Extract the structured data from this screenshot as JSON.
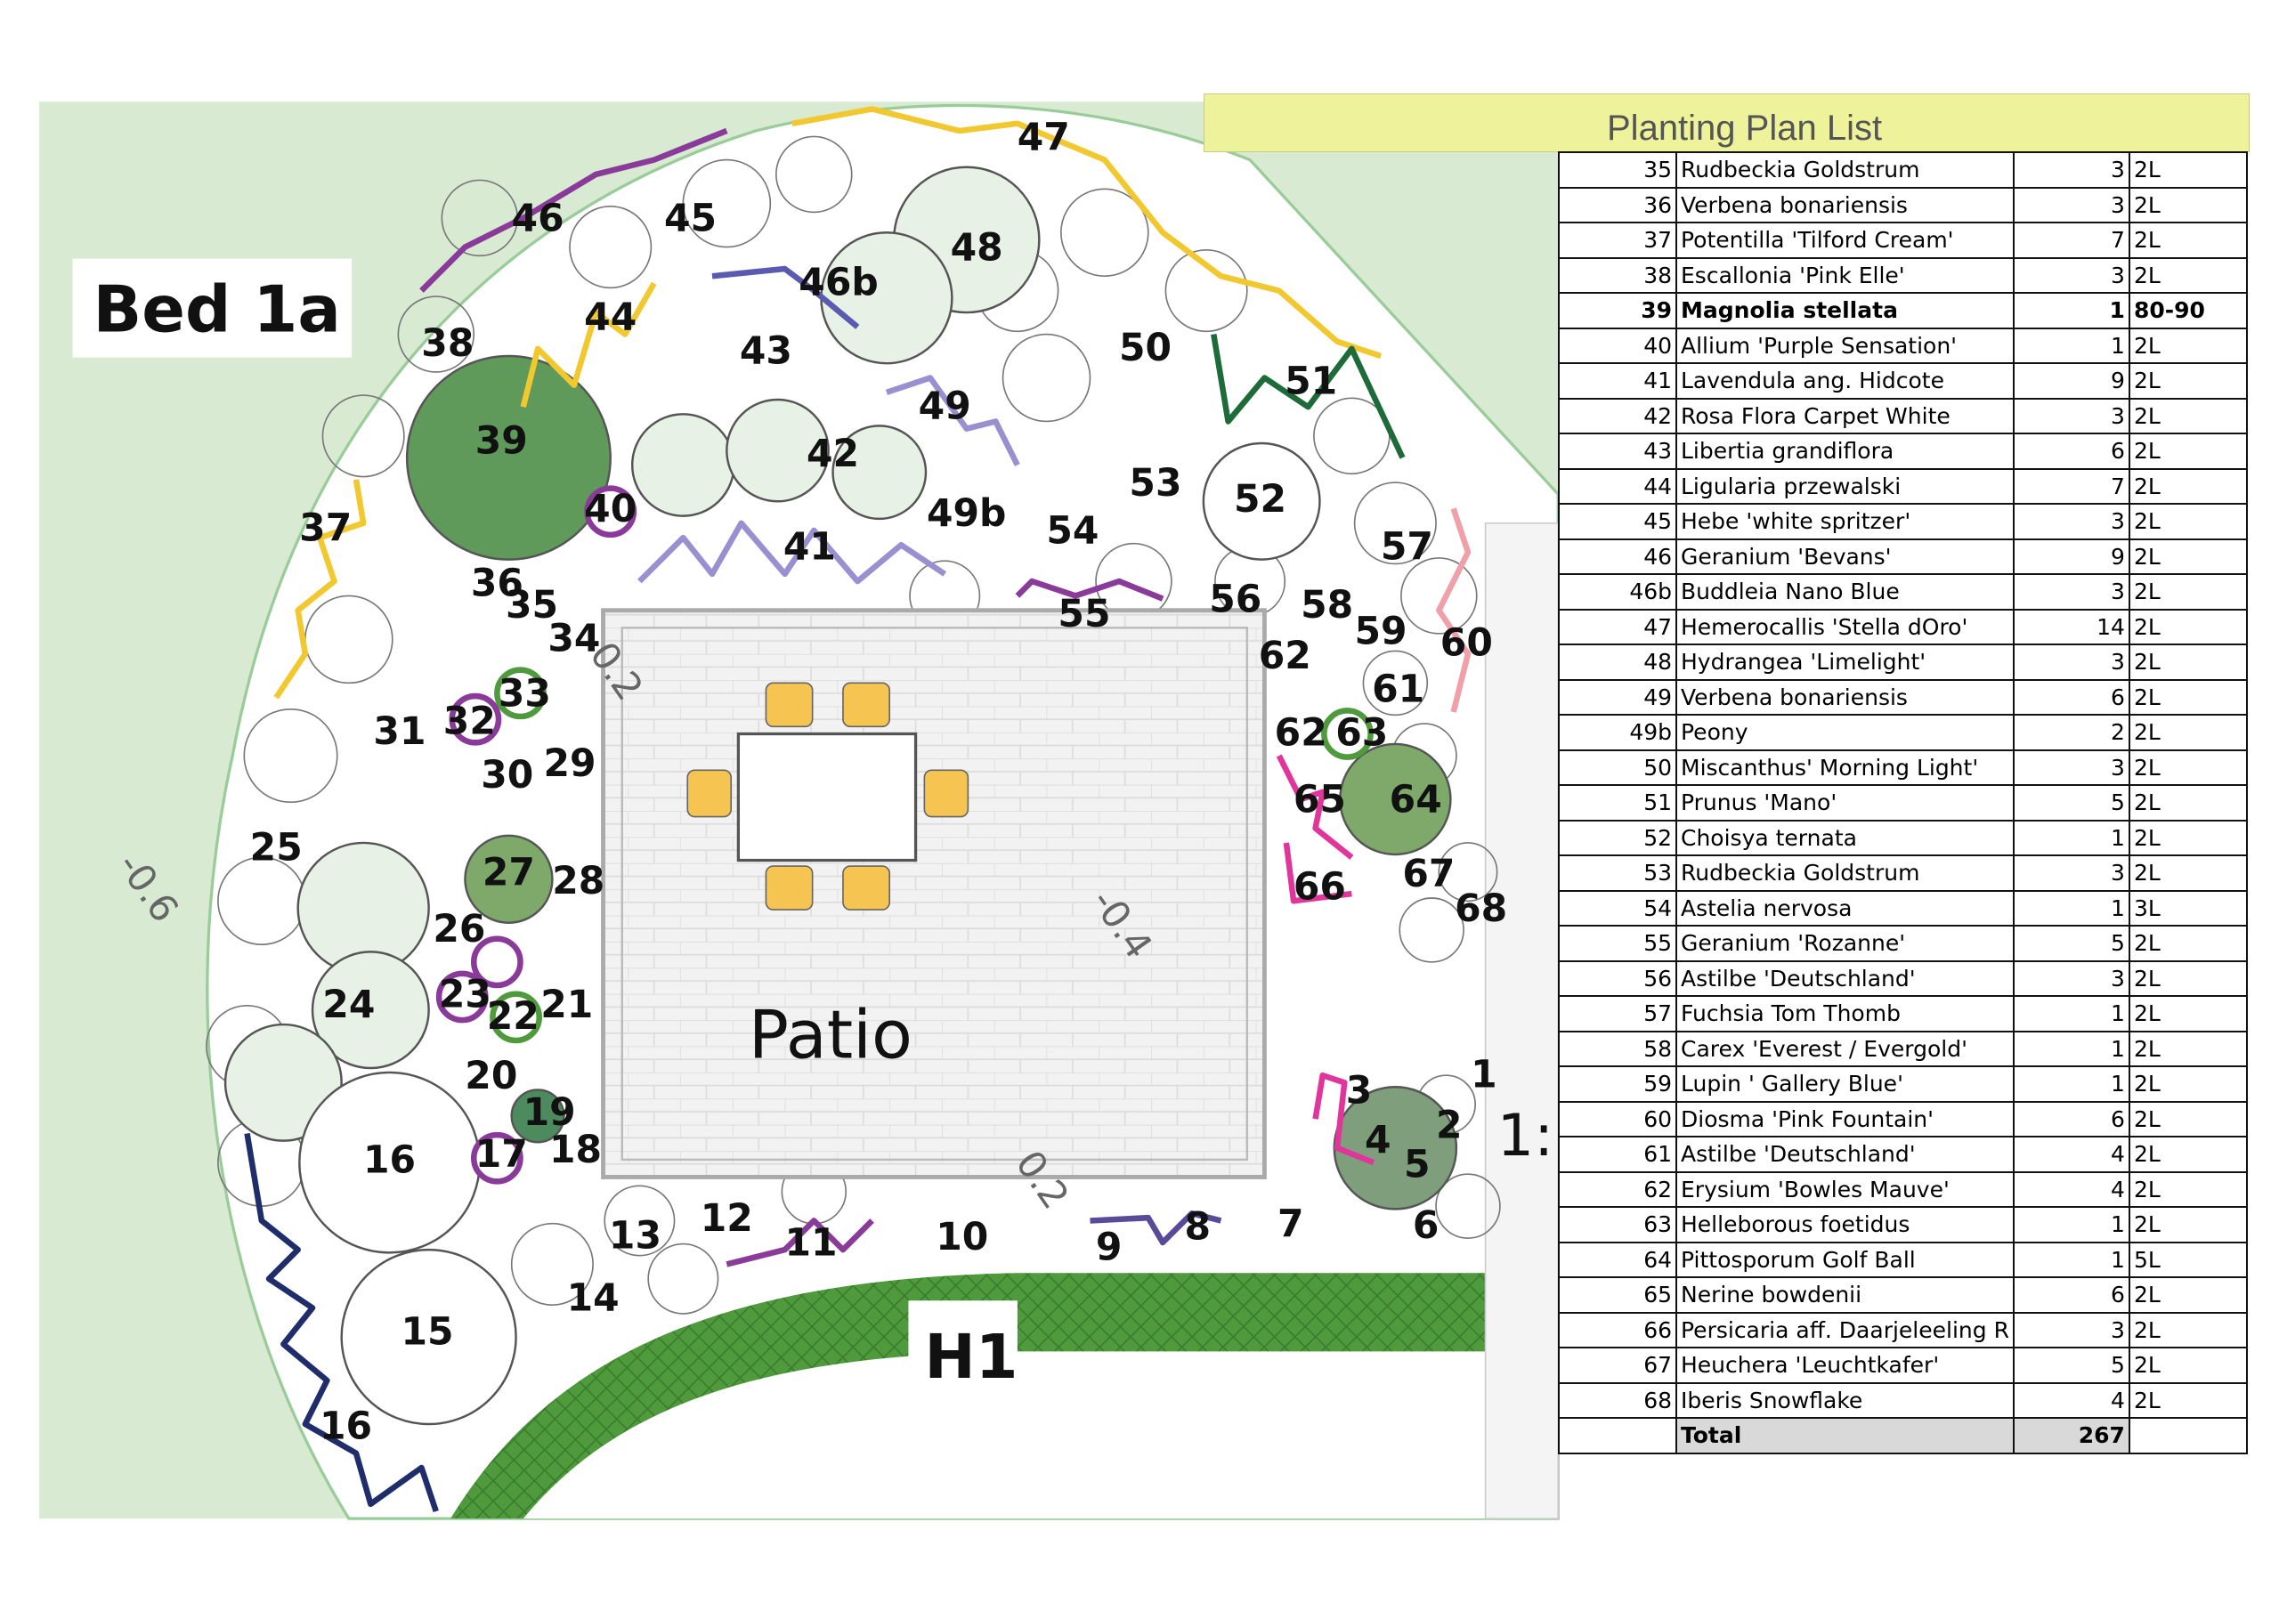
{
  "title": "Planting Plan List",
  "plan": {
    "bed_label": "Bed 1a",
    "patio_label": "Patio",
    "hedge_label": "H1",
    "levels": [
      "-0.6",
      "-0.4",
      "0.2",
      "0.2"
    ],
    "scale_marker": "1:",
    "plant_labels": [
      "46",
      "45",
      "47",
      "48",
      "46b",
      "44",
      "38",
      "43",
      "50",
      "51",
      "49",
      "39",
      "42",
      "53",
      "52",
      "40",
      "49b",
      "54",
      "41",
      "37",
      "57",
      "36",
      "35",
      "56",
      "58",
      "55",
      "34",
      "59",
      "60",
      "62",
      "61",
      "33",
      "31",
      "32",
      "62",
      "63",
      "29",
      "30",
      "65",
      "64",
      "25",
      "27",
      "28",
      "66",
      "67",
      "68",
      "26",
      "24",
      "23",
      "22",
      "21",
      "20",
      "3",
      "1",
      "2",
      "19",
      "4",
      "5",
      "16",
      "17",
      "18",
      "7",
      "6",
      "8",
      "12",
      "13",
      "11",
      "10",
      "9",
      "14",
      "15",
      "16"
    ]
  },
  "colors": {
    "lawn": "#d9ead3",
    "hedge": "#4e9a3c",
    "title_band": "#eef39b",
    "yellow_plant": "#f2c830",
    "purple_plant": "#8a3b9a",
    "navy_plant": "#1f2d6b",
    "pink_plant": "#e0369c"
  },
  "table": {
    "rows": [
      {
        "id": "35",
        "name": "Rudbeckia Goldstrum",
        "qty": "3",
        "size": "2L"
      },
      {
        "id": "36",
        "name": "Verbena bonariensis",
        "qty": "3",
        "size": "2L"
      },
      {
        "id": "37",
        "name": "Potentilla 'Tilford Cream'",
        "qty": "7",
        "size": "2L"
      },
      {
        "id": "38",
        "name": "Escallonia 'Pink Elle'",
        "qty": "3",
        "size": "2L"
      },
      {
        "id": "39",
        "name": "Magnolia stellata",
        "qty": "1",
        "size": "80-90",
        "highlighted": true
      },
      {
        "id": "40",
        "name": "Allium 'Purple Sensation'",
        "qty": "1",
        "size": "2L"
      },
      {
        "id": "41",
        "name": "Lavendula ang. Hidcote",
        "qty": "9",
        "size": "2L"
      },
      {
        "id": "42",
        "name": "Rosa Flora Carpet White",
        "qty": "3",
        "size": "2L"
      },
      {
        "id": "43",
        "name": "Libertia grandiflora",
        "qty": "6",
        "size": "2L"
      },
      {
        "id": "44",
        "name": "Ligularia przewalski",
        "qty": "7",
        "size": "2L"
      },
      {
        "id": "45",
        "name": "Hebe 'white spritzer'",
        "qty": "3",
        "size": "2L"
      },
      {
        "id": "46",
        "name": "Geranium 'Bevans'",
        "qty": "9",
        "size": "2L"
      },
      {
        "id": "46b",
        "name": "Buddleia Nano Blue",
        "qty": "3",
        "size": "2L"
      },
      {
        "id": "47",
        "name": "Hemerocallis 'Stella dOro'",
        "qty": "14",
        "size": "2L"
      },
      {
        "id": "48",
        "name": "Hydrangea 'Limelight'",
        "qty": "3",
        "size": "2L"
      },
      {
        "id": "49",
        "name": "Verbena bonariensis",
        "qty": "6",
        "size": "2L"
      },
      {
        "id": "49b",
        "name": "Peony",
        "qty": "2",
        "size": "2L"
      },
      {
        "id": "50",
        "name": "Miscanthus' Morning Light'",
        "qty": "3",
        "size": "2L"
      },
      {
        "id": "51",
        "name": "Prunus 'Mano'",
        "qty": "5",
        "size": "2L"
      },
      {
        "id": "52",
        "name": "Choisya ternata",
        "qty": "1",
        "size": "2L"
      },
      {
        "id": "53",
        "name": "Rudbeckia Goldstrum",
        "qty": "3",
        "size": "2L"
      },
      {
        "id": "54",
        "name": "Astelia nervosa",
        "qty": "1",
        "size": "3L"
      },
      {
        "id": "55",
        "name": "Geranium 'Rozanne'",
        "qty": "5",
        "size": "2L"
      },
      {
        "id": "56",
        "name": "Astilbe 'Deutschland'",
        "qty": "3",
        "size": "2L"
      },
      {
        "id": "57",
        "name": "Fuchsia Tom Thomb",
        "qty": "1",
        "size": "2L"
      },
      {
        "id": "58",
        "name": "Carex 'Everest / Evergold'",
        "qty": "1",
        "size": "2L"
      },
      {
        "id": "59",
        "name": "Lupin ' Gallery Blue'",
        "qty": "1",
        "size": "2L"
      },
      {
        "id": "60",
        "name": "Diosma 'Pink Fountain'",
        "qty": "6",
        "size": "2L"
      },
      {
        "id": "61",
        "name": "Astilbe 'Deutschland'",
        "qty": "4",
        "size": "2L"
      },
      {
        "id": "62",
        "name": "Erysium 'Bowles Mauve'",
        "qty": "4",
        "size": "2L"
      },
      {
        "id": "63",
        "name": "Helleborous foetidus",
        "qty": "1",
        "size": "2L"
      },
      {
        "id": "64",
        "name": "Pittosporum Golf Ball",
        "qty": "1",
        "size": "5L"
      },
      {
        "id": "65",
        "name": "Nerine bowdenii",
        "qty": "6",
        "size": "2L"
      },
      {
        "id": "66",
        "name": "Persicaria aff. Daarjeleeling R",
        "qty": "3",
        "size": "2L"
      },
      {
        "id": "67",
        "name": "Heuchera 'Leuchtkafer'",
        "qty": "5",
        "size": "2L"
      },
      {
        "id": "68",
        "name": "Iberis Snowflake",
        "qty": "4",
        "size": "2L"
      }
    ],
    "total_label": "Total",
    "total_qty": "267"
  }
}
